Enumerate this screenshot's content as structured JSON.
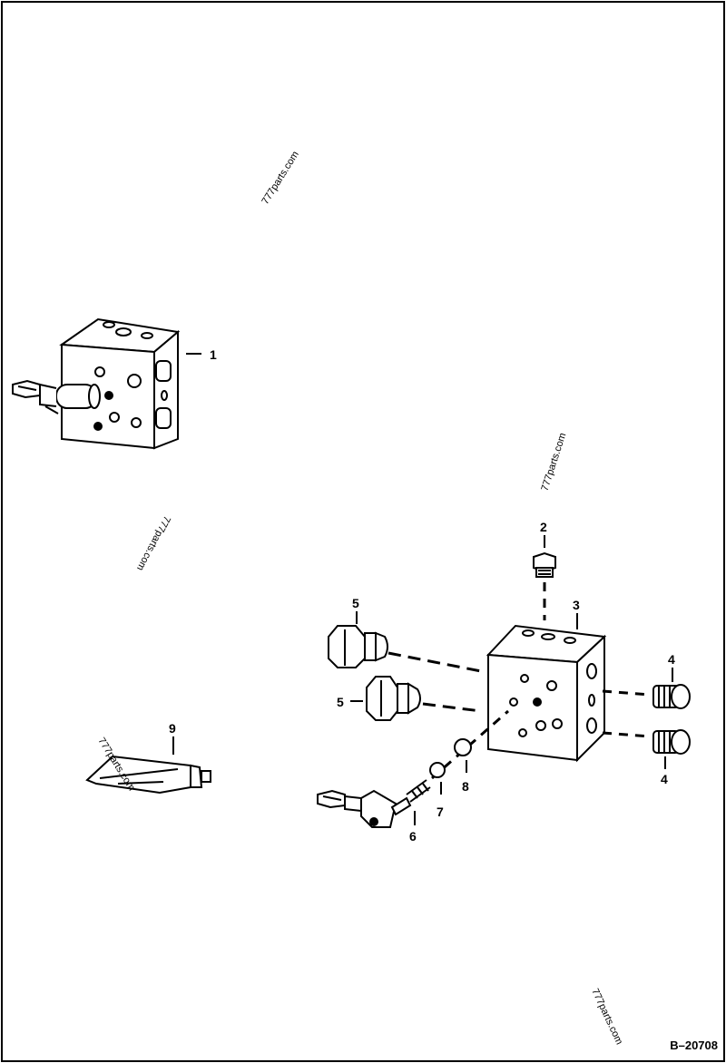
{
  "diagram": {
    "reference": "B–20708",
    "watermarks": [
      "777parts.com",
      "777parts.com",
      "777parts.com",
      "777parts.com",
      "777parts.com"
    ],
    "callouts": {
      "c1": "1",
      "c2": "2",
      "c3": "3",
      "c4a": "4",
      "c4b": "4",
      "c5a": "5",
      "c5b": "5",
      "c6": "6",
      "c7": "7",
      "c8": "8",
      "c9": "9"
    },
    "colors": {
      "line": "#000000",
      "background": "#ffffff"
    }
  }
}
